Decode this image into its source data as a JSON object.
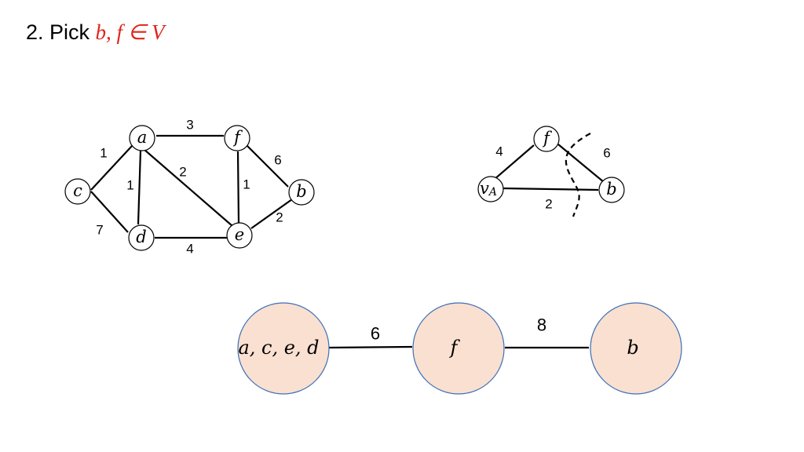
{
  "title": {
    "prefix": "2.  Pick ",
    "math": "b, f ∈ V"
  },
  "graph1": {
    "vertices": {
      "a": "a",
      "f": "f",
      "c": "c",
      "b": "b",
      "d": "d",
      "e": "e"
    },
    "weights": {
      "a_f": "3",
      "c_a": "1",
      "a_d": "1",
      "a_e": "2",
      "f_e": "1",
      "f_b": "6",
      "c_d": "7",
      "d_e": "4",
      "e_b": "2"
    }
  },
  "graph2": {
    "vertices": {
      "f": "f",
      "vA": "v",
      "vA_sub": "A",
      "b": "b"
    },
    "weights": {
      "vA_f": "4",
      "f_b": "6",
      "vA_b": "2"
    }
  },
  "graph3": {
    "nodes": {
      "left": "a, c, e, d",
      "middle": "f",
      "right": "b"
    },
    "weights": {
      "left_middle": "6",
      "middle_right": "8"
    },
    "colors": {
      "fill": "#f9e0d0",
      "stroke": "#3d6fb8"
    }
  }
}
